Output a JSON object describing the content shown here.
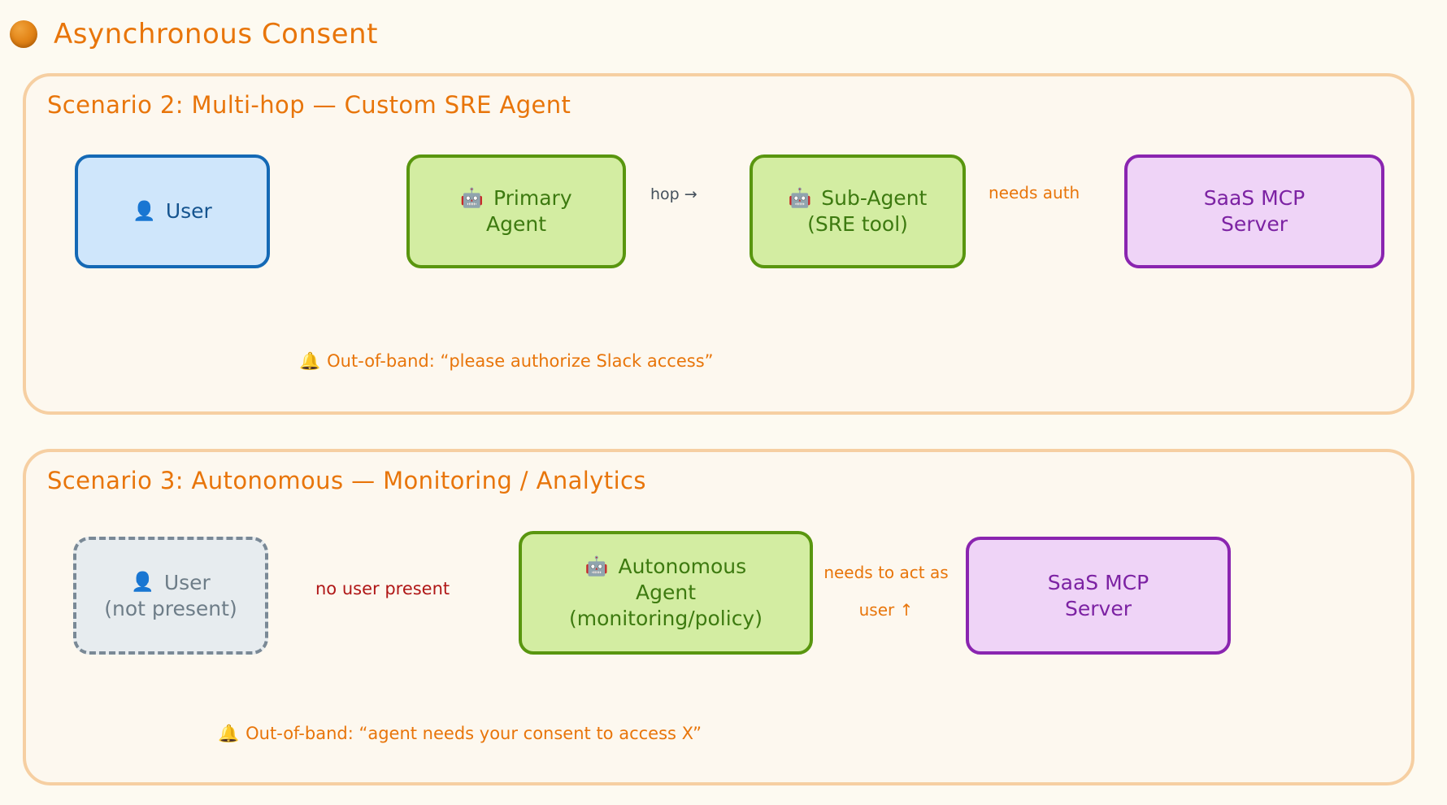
{
  "page": {
    "title": "Asynchronous Consent",
    "bullet_icon": "orange-dot-icon",
    "background_color": "#fdfaf1",
    "accent_color": "#e8750a"
  },
  "scenarios": [
    {
      "id": "scenario-2",
      "title": "Scenario 2: Multi-hop — Custom SRE Agent",
      "nodes": [
        {
          "id": "user",
          "kind": "user",
          "emoji": "👤",
          "lines": [
            "User"
          ],
          "color": "#1469b5",
          "fill": "#cfe6fb"
        },
        {
          "id": "primary",
          "kind": "agent",
          "emoji": "🤖",
          "lines": [
            "Primary",
            "Agent"
          ],
          "color": "#59960f",
          "fill": "#d3eda2"
        },
        {
          "id": "subagent",
          "kind": "agent",
          "emoji": "🤖",
          "lines": [
            "Sub-Agent",
            "(SRE tool)"
          ],
          "color": "#59960f",
          "fill": "#d3eda2"
        },
        {
          "id": "mcp",
          "kind": "mcp",
          "emoji": "",
          "lines": [
            "SaaS MCP",
            "Server"
          ],
          "color": "#8a25b0",
          "fill": "#efd4f7"
        }
      ],
      "edges": [
        {
          "from": "user",
          "to": "primary",
          "label": "",
          "style": "solid",
          "color": "#4f8e0c"
        },
        {
          "from": "primary",
          "to": "subagent",
          "label": "hop →",
          "style": "solid",
          "color": "#4f8e0c"
        },
        {
          "from": "subagent",
          "to": "mcp",
          "label": "needs auth",
          "style": "solid",
          "color": "#e8750a"
        },
        {
          "from": "subagent",
          "to": "user",
          "label": "Out-of-band: “please authorize Slack access”",
          "bell": "🔔",
          "style": "dashed",
          "color": "#e8750a"
        }
      ]
    },
    {
      "id": "scenario-3",
      "title": "Scenario 3: Autonomous — Monitoring / Analytics",
      "nodes": [
        {
          "id": "user-absent",
          "kind": "user-absent",
          "emoji": "👤",
          "lines": [
            "User",
            "(not present)"
          ],
          "color": "#7a8996",
          "fill": "#e7ecef"
        },
        {
          "id": "auto-agent",
          "kind": "agent",
          "emoji": "🤖",
          "lines": [
            "Autonomous",
            "Agent",
            "(monitoring/policy)"
          ],
          "color": "#59960f",
          "fill": "#d3eda2"
        },
        {
          "id": "mcp3",
          "kind": "mcp",
          "emoji": "",
          "lines": [
            "SaaS MCP",
            "Server"
          ],
          "color": "#8a25b0",
          "fill": "#efd4f7"
        }
      ],
      "edges": [
        {
          "from": "user-absent",
          "to": "auto-agent",
          "label": "no user present",
          "style": "none",
          "color": "#b01717"
        },
        {
          "from": "auto-agent",
          "to": "mcp3",
          "label_top": "needs to act as",
          "label_bottom": "user ↑",
          "style": "solid",
          "color": "#e8750a"
        },
        {
          "from": "auto-agent",
          "to": "user-absent",
          "label": "Out-of-band: “agent needs your consent to access X”",
          "bell": "🔔",
          "style": "dashed",
          "color": "#e8750a"
        }
      ]
    }
  ]
}
